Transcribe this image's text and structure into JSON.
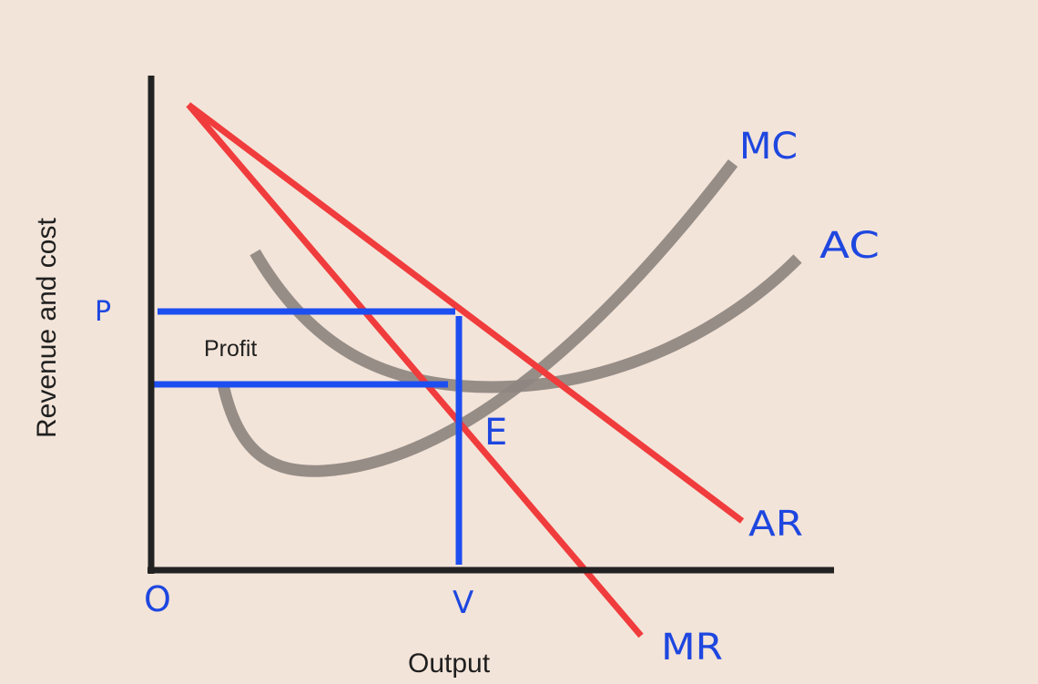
{
  "chart_data": {
    "type": "diagram",
    "title": "",
    "xlabel": "Output",
    "ylabel": "Revenue and cost",
    "origin_label": "O",
    "x_ticks": [
      {
        "label": "V",
        "x": 504
      }
    ],
    "y_ticks": [
      {
        "label": "P",
        "y": 342
      }
    ],
    "region_labels": [
      {
        "label": "Profit",
        "between": [
          "P",
          "AC at V"
        ],
        "from_x": "O",
        "to_x": "V"
      }
    ],
    "points": [
      {
        "label": "E",
        "meaning": "MC = MR intersection at output V"
      }
    ],
    "series": [
      {
        "name": "AR",
        "kind": "line",
        "color": "#f03c3c",
        "from": [
          207,
          115
        ],
        "to": [
          815,
          572
        ]
      },
      {
        "name": "MR",
        "kind": "line",
        "color": "#f03c3c",
        "from": [
          207,
          115
        ],
        "to": [
          704,
          698
        ]
      },
      {
        "name": "MC",
        "kind": "curve",
        "color": "#8e8680",
        "shape": "U-shaped, rising steeply",
        "start": [
          245,
          422
        ],
        "min": [
          355,
          517
        ],
        "end": [
          805,
          179
        ]
      },
      {
        "name": "AC",
        "kind": "curve",
        "color": "#8e8680",
        "shape": "U-shaped",
        "start": [
          280,
          277
        ],
        "min": [
          540,
          425
        ],
        "end": [
          876,
          284
        ]
      }
    ],
    "guides": [
      {
        "name": "price-line",
        "color": "#1d4ef0",
        "y": 342,
        "x_from": 173,
        "x_to": 500
      },
      {
        "name": "average-cost-line",
        "color": "#1d4ef0",
        "y": 422,
        "x_from": 169,
        "x_to": 492
      },
      {
        "name": "output-line",
        "color": "#1d4ef0",
        "x": 504,
        "y_from": 347,
        "y_to": 620
      }
    ]
  },
  "labels": {
    "mc": "MC",
    "ac": "AC",
    "ar": "AR",
    "mr": "MR",
    "p": "P",
    "profit": "Profit",
    "e": "E",
    "o": "O",
    "v": "V",
    "xlabel": "Output",
    "ylabel": "Revenue and cost"
  },
  "colors": {
    "background": "#f3e4d9",
    "axis": "#222222",
    "revenue": "#f03c3c",
    "cost": "#8e8680",
    "annotation": "#1d4ef0",
    "text": "#1f1f1f"
  }
}
